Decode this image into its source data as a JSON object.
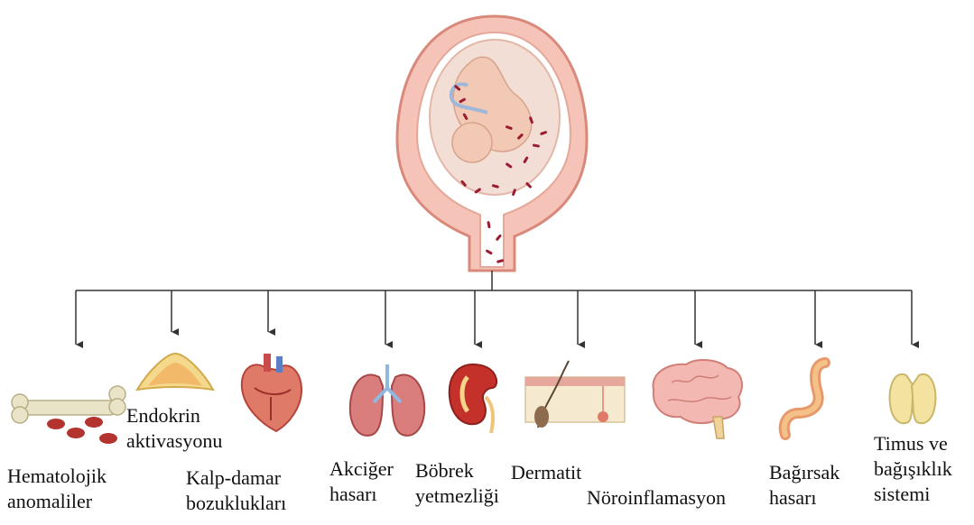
{
  "labels": {
    "hematoloji": {
      "line1": "Hematolojik",
      "line2": "anomaliler"
    },
    "endokrin": {
      "line1": "Endokrin",
      "line2": "aktivasyonu"
    },
    "kalp": {
      "line1": "Kalp-damar",
      "line2": "bozuklukları"
    },
    "akciger": {
      "line1": "Akciğer",
      "line2": "hasarı"
    },
    "bobrek": {
      "line1": "Böbrek",
      "line2": "yetmezliği"
    },
    "dermatit": {
      "line1": "Dermatit"
    },
    "noro": {
      "line1": "Nöroinflamasyon"
    },
    "bagirsak": {
      "line1": "Bağırsak",
      "line2": "hasarı"
    },
    "timus": {
      "line1": "Timus ve",
      "line2": "bağışıklık",
      "line3": "sistemi"
    }
  },
  "icons": [
    "uterus-fetus-icon",
    "bone-blood-cells-icon",
    "adrenal-gland-icon",
    "heart-icon",
    "lungs-icon",
    "kidney-icon",
    "skin-hair-follicle-icon",
    "brain-icon",
    "intestine-icon",
    "thymus-icon"
  ],
  "colors": {
    "uterus_outer": "#f6c3b8",
    "uterus_stroke": "#d9897a",
    "amniotic": "#f3ded6",
    "bacteria": "#9b1b30",
    "arrow": "#333333"
  }
}
